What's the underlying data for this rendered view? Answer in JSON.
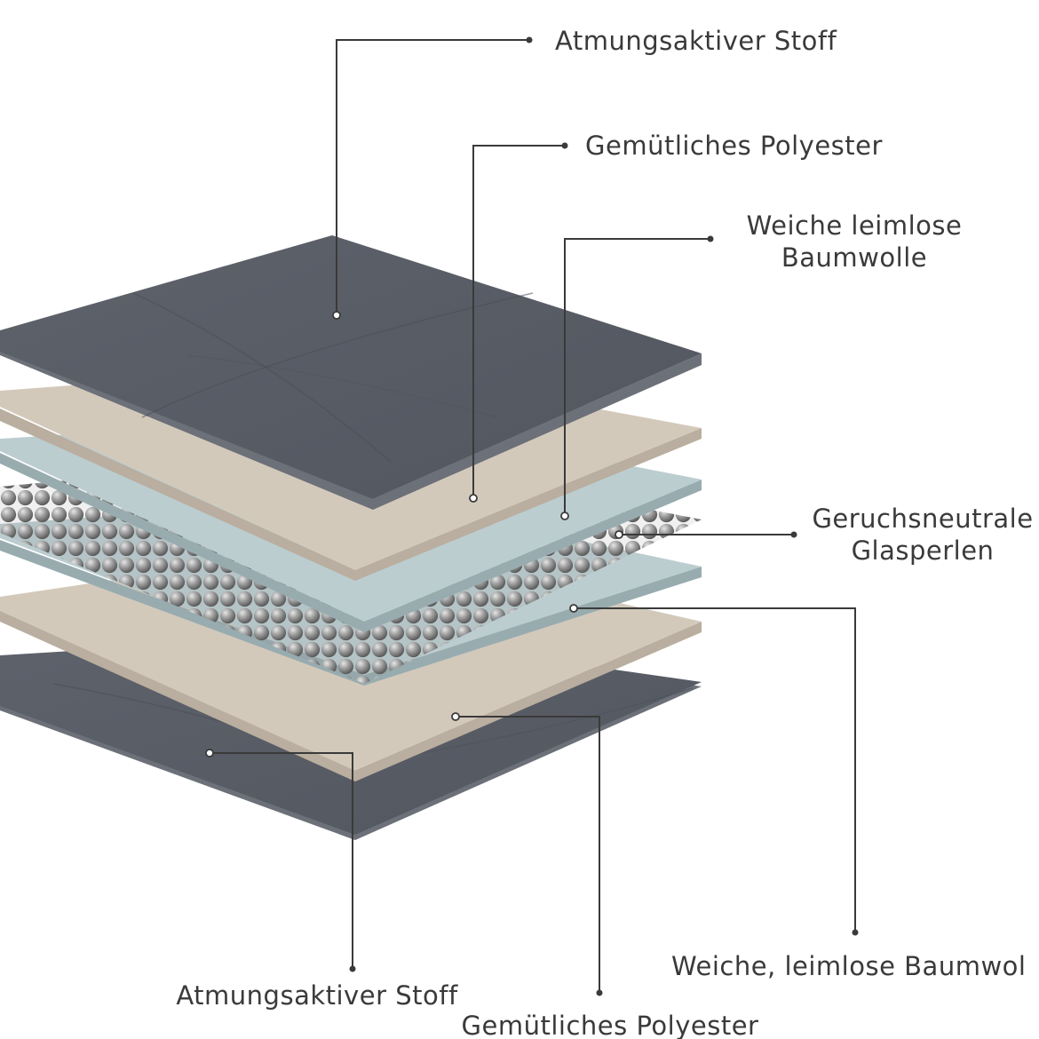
{
  "labels": {
    "top_breathable": "Atmungsaktiver Stoff",
    "top_polyester": "Gemütliches Polyester",
    "top_cotton_line1": "Weiche leimlose",
    "top_cotton_line2": "Baumwolle",
    "beads_line1": "Geruchsneutrale",
    "beads_line2": "Glasperlen",
    "bottom_cotton": "Weiche, leimlose Baumwol",
    "bottom_breathable": "Atmungsaktiver Stoff",
    "bottom_polyester": "Gemütliches Polyester"
  },
  "colors": {
    "fabric_gray": "#595d66",
    "polyester_beige": "#d6ccc0",
    "cotton_blue": "#b9cbce",
    "glass_bead": "#9a9a9a",
    "text": "#3a3a3a"
  }
}
